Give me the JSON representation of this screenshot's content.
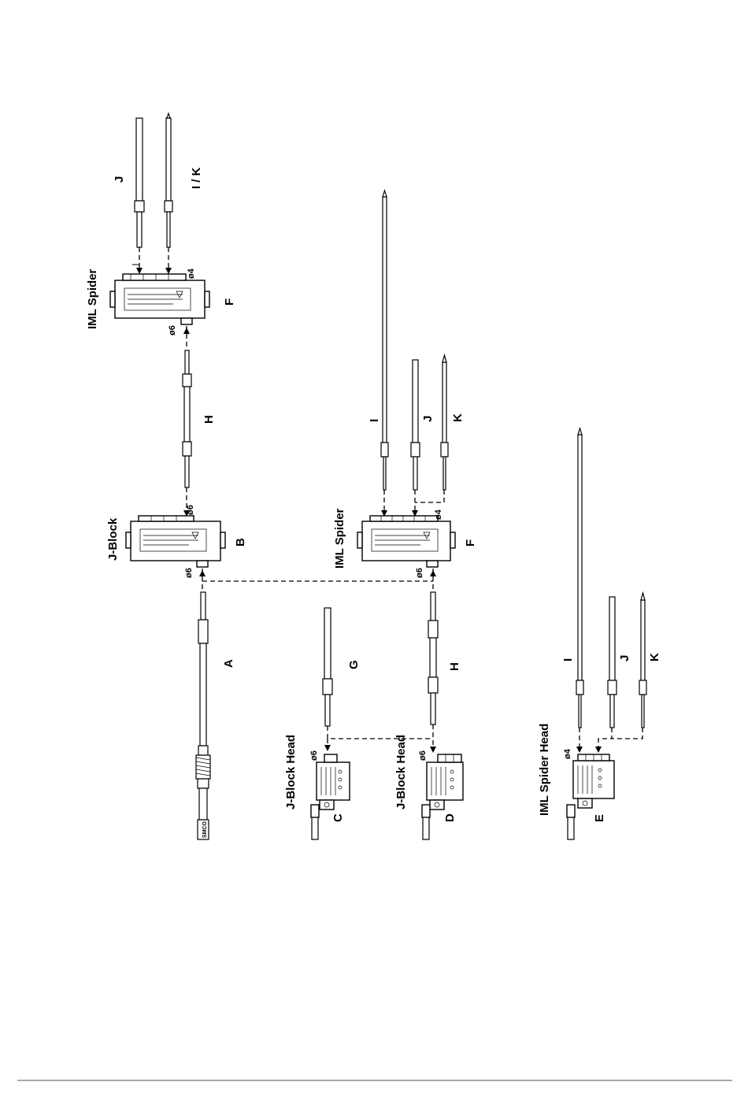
{
  "title_labels": {
    "iml_spider_top": "IML Spider",
    "j_block": "J-Block",
    "iml_spider_mid": "IML Spider",
    "j_block_head_c": "J-Block Head",
    "j_block_head_d": "J-Block Head",
    "iml_spider_head": "IML Spider Head"
  },
  "letters": {
    "F_top": "F",
    "B": "B",
    "F_mid": "F",
    "C": "C",
    "D": "D",
    "E": "E",
    "A": "A",
    "G": "G",
    "H_top": "H",
    "H_bottom": "H",
    "J_top": "J",
    "IK_top": "I / K",
    "I_mid": "I",
    "J_mid": "J",
    "K_mid": "K",
    "I_bot": "I",
    "J_bot": "J",
    "K_bot": "K"
  },
  "diameters": {
    "top_spider_in": "ø6",
    "top_spider_out": "ø4",
    "jblock_top": "ø6",
    "jblock_bottom": "ø6",
    "mid_spider_out": "ø4",
    "mid_spider_in": "ø6",
    "head_c": "ø6",
    "head_d": "ø6",
    "head_e": "ø4"
  },
  "brand": "SMCO"
}
